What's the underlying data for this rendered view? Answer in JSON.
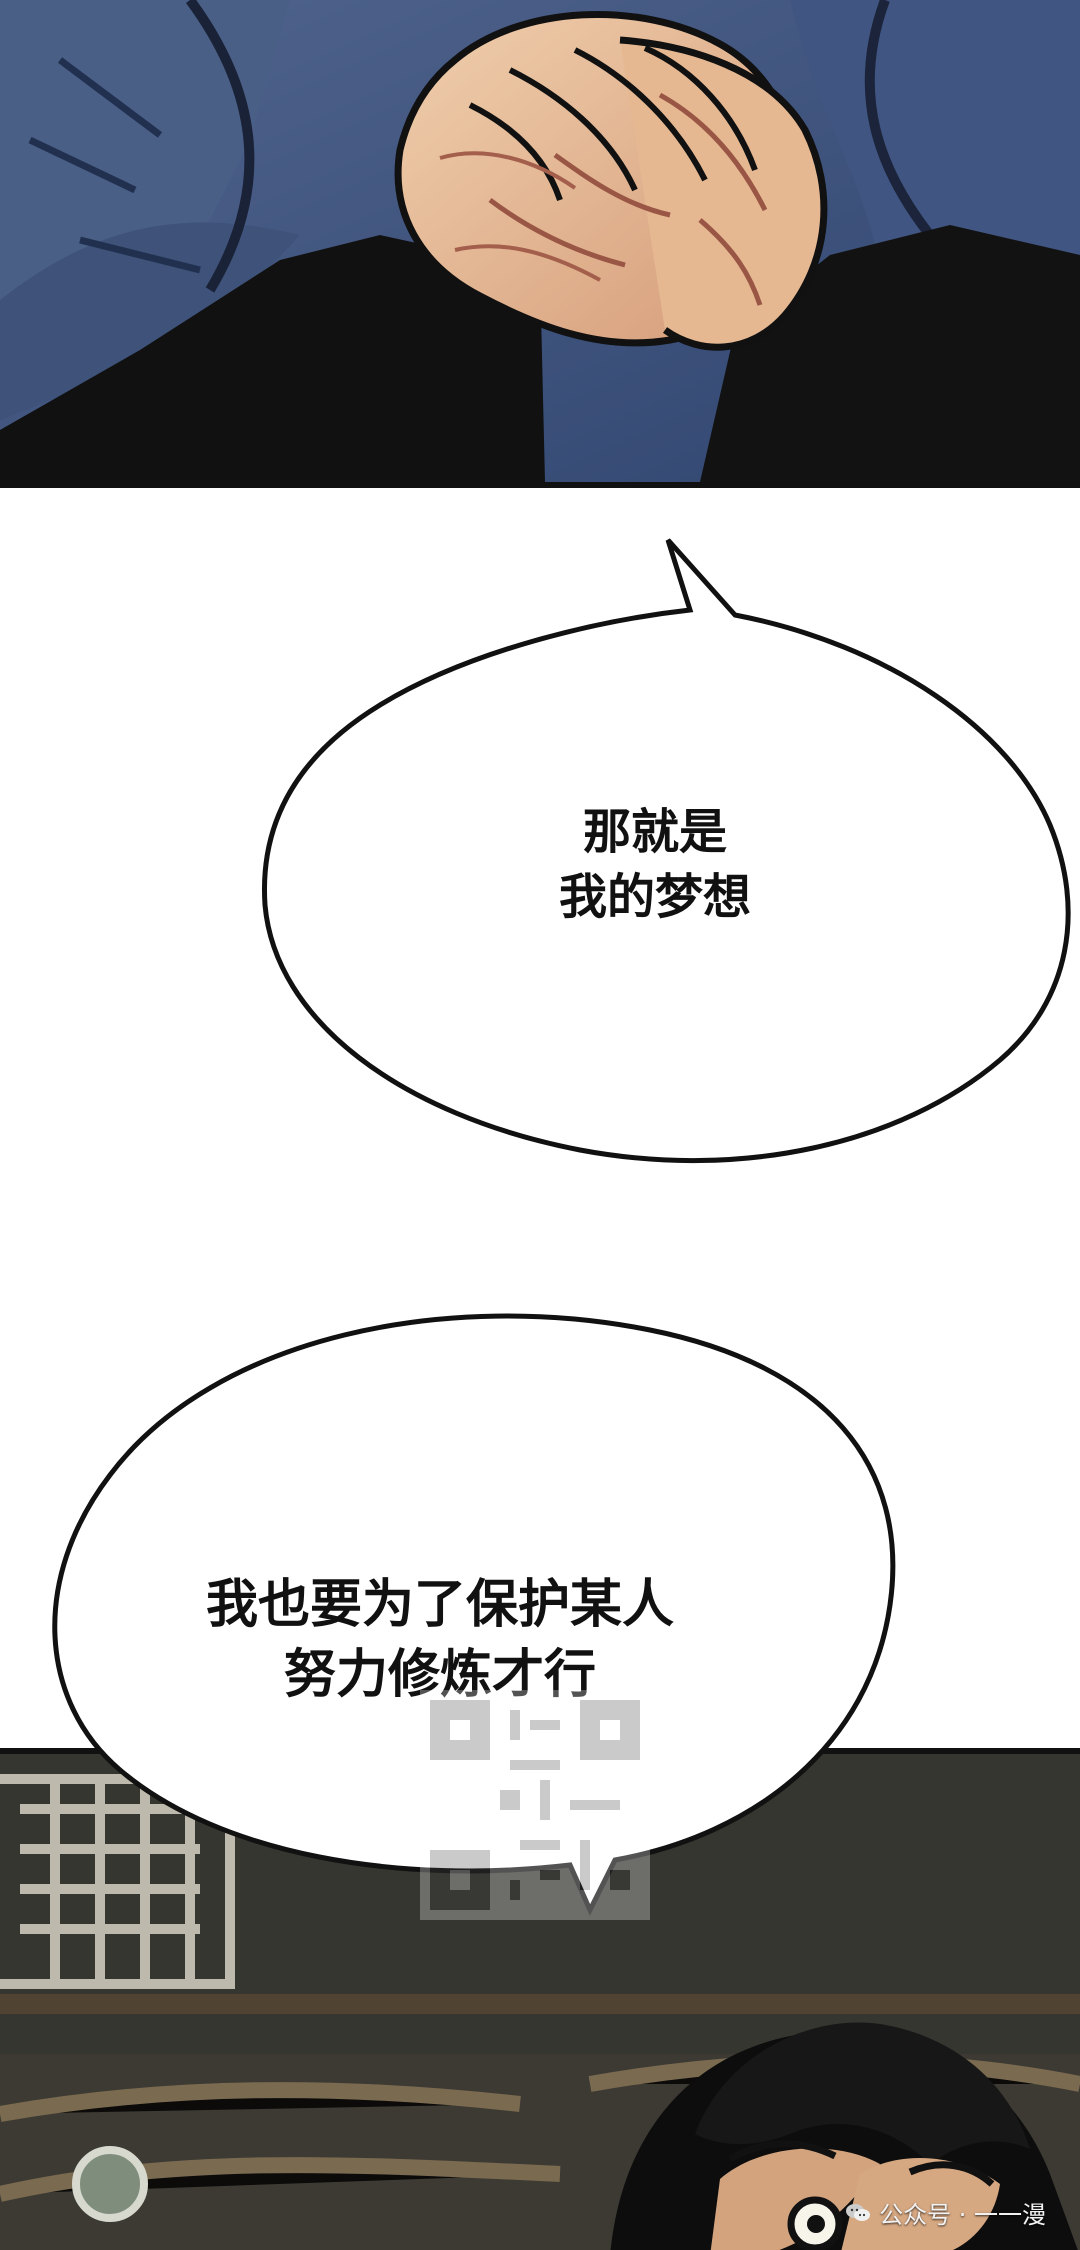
{
  "speech_bubbles": {
    "bubble_1": {
      "line_1": "那就是",
      "line_2": "我的梦想"
    },
    "bubble_2": {
      "line_1": "我也要为了保护某人",
      "line_2": "努力修炼才行"
    }
  },
  "watermark": {
    "text": "公众号 · 一一漫"
  },
  "colors": {
    "panel_top_bg": "#4d5f86",
    "panel_bottom_bg": "#3e3a30",
    "ink": "#111111",
    "skin": "#e6bd9a",
    "shadow_skin": "#b6664f"
  }
}
